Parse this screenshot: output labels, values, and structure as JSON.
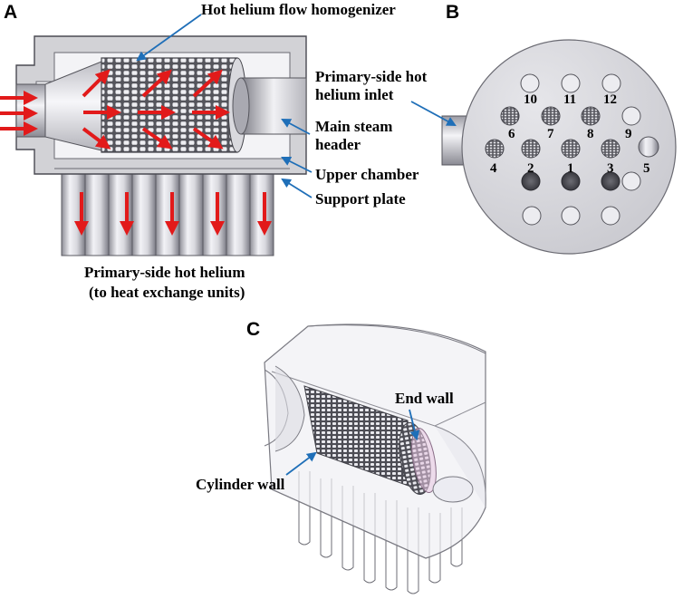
{
  "panels": {
    "a": "A",
    "b": "B",
    "c": "C"
  },
  "panel_a": {
    "homogenizer": "Hot helium flow homogenizer",
    "inlet_line1": "Primary-side hot",
    "inlet_line2": "helium inlet",
    "steam_line1": "Main steam",
    "steam_line2": "header",
    "upper_chamber": "Upper chamber",
    "support_plate": "Support plate",
    "outlet_line1": "Primary-side hot helium",
    "outlet_line2": "(to heat exchange units)"
  },
  "panel_b": {
    "holes": [
      "10",
      "11",
      "12",
      "6",
      "7",
      "8",
      "9",
      "4",
      "2",
      "1",
      "3",
      "5"
    ]
  },
  "panel_c": {
    "end_wall": "End wall",
    "cylinder_wall": "Cylinder wall"
  },
  "colors": {
    "arrow": "#e21a1a",
    "leader": "#1f6fb8",
    "shell": "#cfcfd3",
    "plate": "#d4d4d8"
  }
}
